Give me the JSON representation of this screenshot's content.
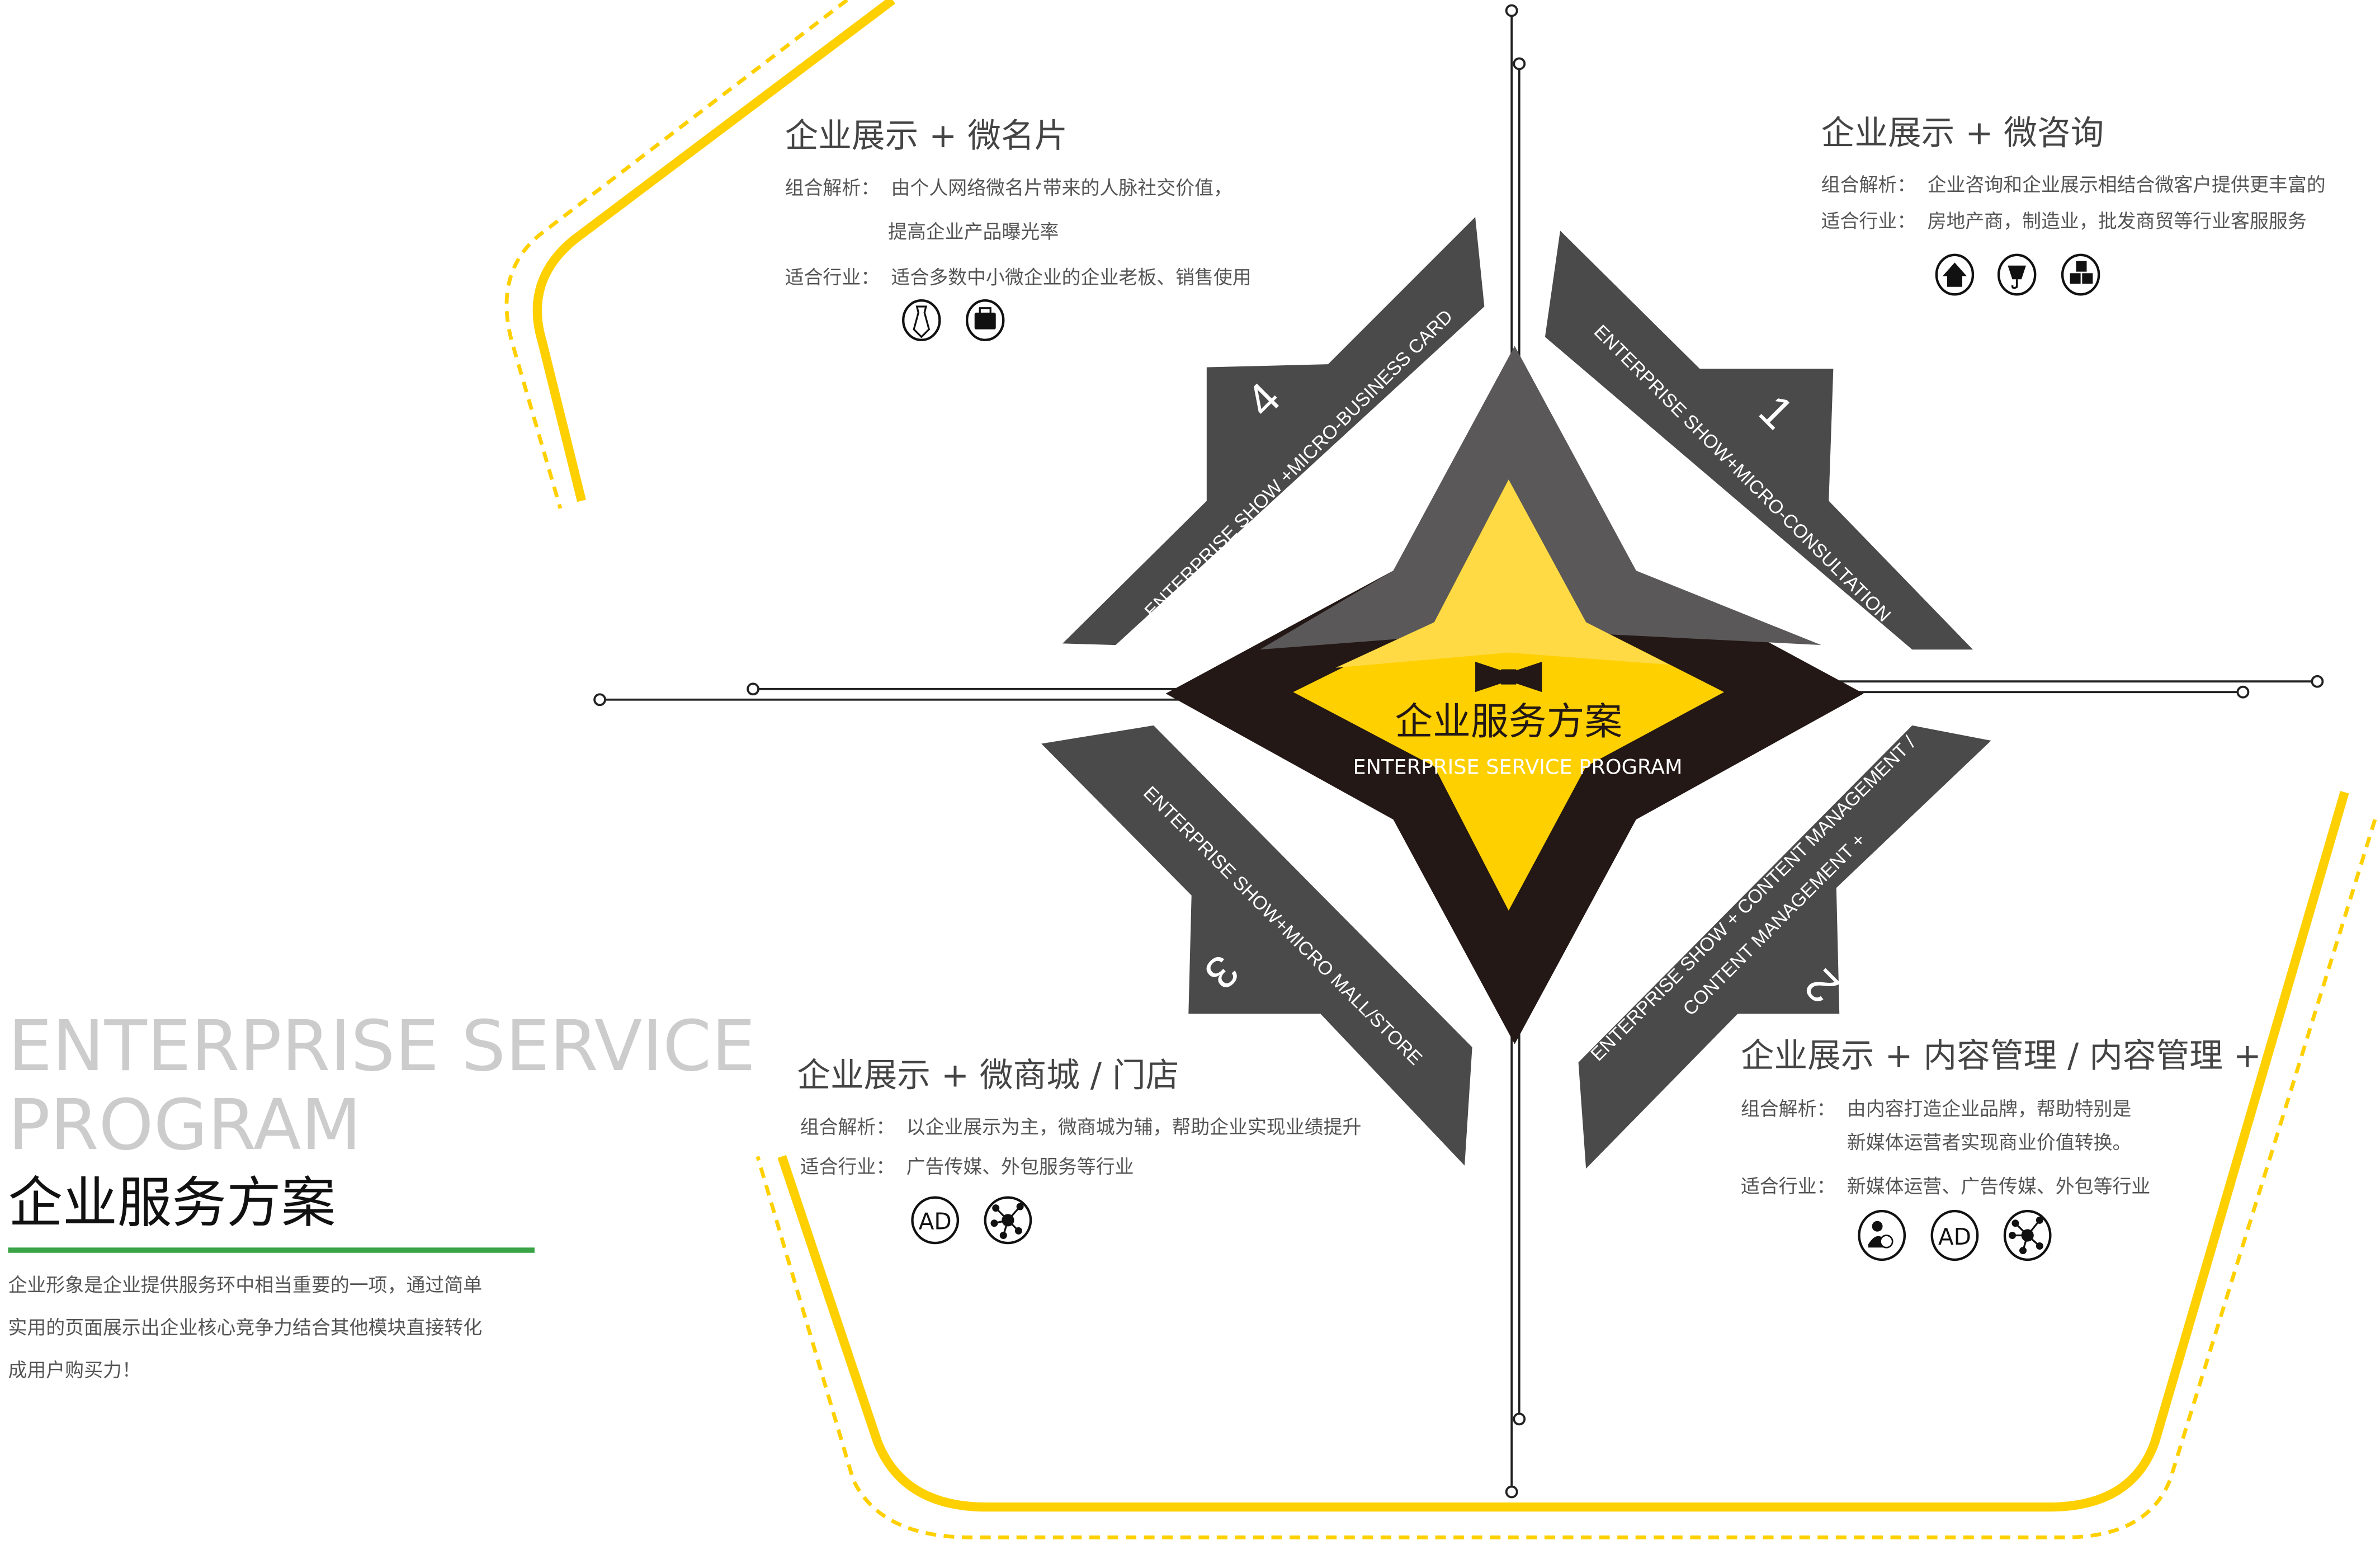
{
  "colors": {
    "yellow": "#FFD000",
    "light_yellow": "#FFDA45",
    "dark_gray": "#4A4A4A",
    "mid_gray": "#5A5858",
    "near_black": "#231815",
    "green": "#3AA346",
    "watermark_gray": "#CCCCCC"
  },
  "hero": {
    "en_line1": "ENTERPRISE SERVICE",
    "en_line2": "PROGRAM",
    "cn_title": "企业服务方案",
    "desc_lines": [
      "企业形象是企业提供服务环中相当重要的一项，通过简单",
      "实用的页面展示出企业核心竞争力结合其他模块直接转化",
      "成用户购买力！"
    ]
  },
  "center": {
    "cn_title": "企业服务方案",
    "en_title": "ENTERPRISE SERVICE PROGRAM",
    "icon": "bow-tie-icon"
  },
  "arrows": [
    {
      "number": "1",
      "lines": [
        "ENTERPRISE SHOW+MICRO-CONSULTATION"
      ]
    },
    {
      "number": "2",
      "lines": [
        "ENTERPRISE SHOW + CONTENT MANAGEMENT /",
        "CONTENT MANAGEMENT +"
      ]
    },
    {
      "number": "3",
      "lines": [
        "ENTERPRISE SHOW+MICRO MALL/STORE"
      ]
    },
    {
      "number": "4",
      "lines": [
        "ENTERPRISE SHOW +MICRO-BUSINESS CARD"
      ]
    }
  ],
  "blocks": {
    "card": {
      "title": "企业展示 + 微名片",
      "analysis_label": "组合解析：",
      "analysis_lines": [
        "由个人网络微名片带来的人脉社交价值，",
        "提高企业产品曝光率"
      ],
      "industry_label": "适合行业：",
      "industry": "适合多数中小微企业的企业老板、销售使用",
      "icons": [
        "tie-icon",
        "briefcase-icon"
      ]
    },
    "consult": {
      "title": "企业展示 + 微咨询",
      "analysis_label": "组合解析：",
      "analysis_lines": [
        "企业咨询和企业展示相结合微客户提供更丰富的"
      ],
      "industry_label": "适合行业：",
      "industry": "房地产商，制造业，批发商贸等行业客服服务",
      "icons": [
        "house-icon",
        "crane-hook-icon",
        "boxes-icon"
      ]
    },
    "mall": {
      "title": "企业展示 + 微商城 / 门店",
      "analysis_label": "组合解析：",
      "analysis_lines": [
        "以企业展示为主，微商城为辅，帮助企业实现业绩提升"
      ],
      "industry_label": "适合行业：",
      "industry": "广告传媒、外包服务等行业",
      "icons": [
        "ad-icon",
        "network-icon"
      ],
      "ad_text": "AD"
    },
    "content": {
      "title": "企业展示 + 内容管理 / 内容管理 +",
      "analysis_label": "组合解析：",
      "analysis_lines": [
        "由内容打造企业品牌，帮助特别是",
        "新媒体运营者实现商业价值转换。"
      ],
      "industry_label": "适合行业：",
      "industry": "新媒体运营、广告传媒、外包等行业",
      "icons": [
        "user-chart-icon",
        "ad-icon",
        "network-icon"
      ],
      "ad_text": "AD"
    }
  }
}
